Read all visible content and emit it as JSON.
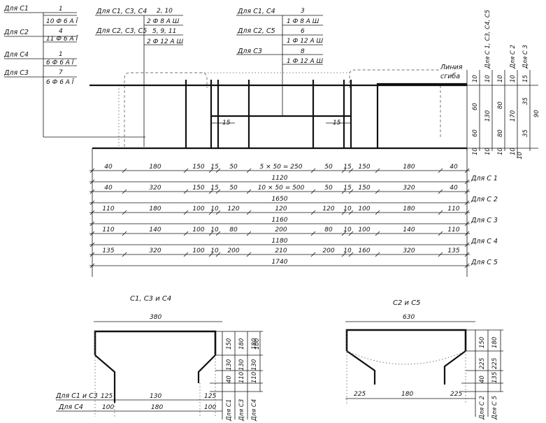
{
  "callouts_left": [
    {
      "label": "Для С1",
      "num": "1",
      "spec": "10 Ф 6 А Ī"
    },
    {
      "label": "Для С2",
      "num": "4",
      "spec": "11 Ф 6 А Ī"
    },
    {
      "label": "Для С4",
      "num": "1",
      "spec": "6 Ф 6 А Ī"
    },
    {
      "label": "Для С3",
      "num": "7",
      "spec": "6 Ф 6 А Ī"
    }
  ],
  "callouts_mid": [
    {
      "label": "Для С1, С3, С4",
      "num": "2, 10",
      "spec": "2 Ф 8 А Ш"
    },
    {
      "label": "Для С2, С3, С5",
      "num": "5, 9, 11",
      "spec": "2 Ф 12 А Ш"
    }
  ],
  "callouts_right": [
    {
      "label": "Для С1, С4",
      "num": "3",
      "spec": "1 Ф 8 А Ш"
    },
    {
      "label": "Для С2, С5",
      "num": "6",
      "spec": "1 Ф 12 А Ш"
    },
    {
      "label": "Для С3",
      "num": "8",
      "spec": "1 Ф 12 А Ш"
    }
  ],
  "seed_line_label": [
    "Линия",
    "сгиба"
  ],
  "dim_15_left": "15",
  "dim_15_right": "15",
  "vertical_right": {
    "row_heads": [
      "Для С 1, С3, С4, С5",
      "Для С 2",
      "Для С 3"
    ],
    "col1": [
      "10",
      "60",
      "60",
      "10"
    ],
    "col2": [
      "10",
      "130",
      "10"
    ],
    "col3": [
      "10",
      "80",
      "80",
      "10"
    ],
    "col4": [
      "10",
      "170",
      "10"
    ],
    "col5": [
      "15",
      "35",
      "35"
    ],
    "col6": [
      "90",
      "10"
    ]
  },
  "rows": [
    {
      "name": "Для С 1",
      "segments": [
        "40",
        "180",
        "150",
        "15",
        "50",
        "5 × 50 = 250",
        "50",
        "15",
        "150",
        "180",
        "40"
      ],
      "total": "1120"
    },
    {
      "name": "Для С 2",
      "segments": [
        "40",
        "320",
        "150",
        "15",
        "50",
        "10 × 50 = 500",
        "50",
        "15",
        "150",
        "320",
        "40"
      ],
      "total": "1650"
    },
    {
      "name": "Для С 3",
      "segments": [
        "110",
        "180",
        "100",
        "10",
        "120",
        "120",
        "120",
        "10",
        "100",
        "180",
        "110"
      ],
      "total": "1160"
    },
    {
      "name": "Для С 4",
      "segments": [
        "110",
        "140",
        "100",
        "10",
        "80",
        "200",
        "80",
        "10",
        "100",
        "140",
        "110"
      ],
      "total": "1180"
    },
    {
      "name": "Для С 5",
      "segments": [
        "135",
        "320",
        "100",
        "10",
        "200",
        "210",
        "200",
        "10",
        "160",
        "320",
        "135"
      ],
      "total": "1740"
    }
  ],
  "section_left": {
    "title": "С1, С3 и С4",
    "top_dim": "380",
    "left_rows": [
      {
        "label": "Для С1 и С3",
        "a": "125",
        "b": "130",
        "c": "125"
      },
      {
        "label": "Для С4",
        "a": "100",
        "b": "180",
        "c": "100"
      }
    ],
    "vcol1": [
      "150",
      "130",
      "40"
    ],
    "vcol2": [
      "180",
      "130",
      "110"
    ],
    "vcol3": [
      "180",
      "130",
      "110"
    ],
    "vcol4": [
      "100"
    ],
    "bottom_labels": [
      "Для С1",
      "Для С3",
      "Для С4"
    ]
  },
  "section_right": {
    "title": "С2 и С5",
    "top_dim": "630",
    "bottom": {
      "a": "225",
      "b": "180",
      "c": "225"
    },
    "vcol1": [
      "150",
      "225",
      "40"
    ],
    "vcol2": [
      "180",
      "225",
      "135"
    ],
    "bottom_labels": [
      "Для С 2",
      "Для С 5"
    ]
  }
}
